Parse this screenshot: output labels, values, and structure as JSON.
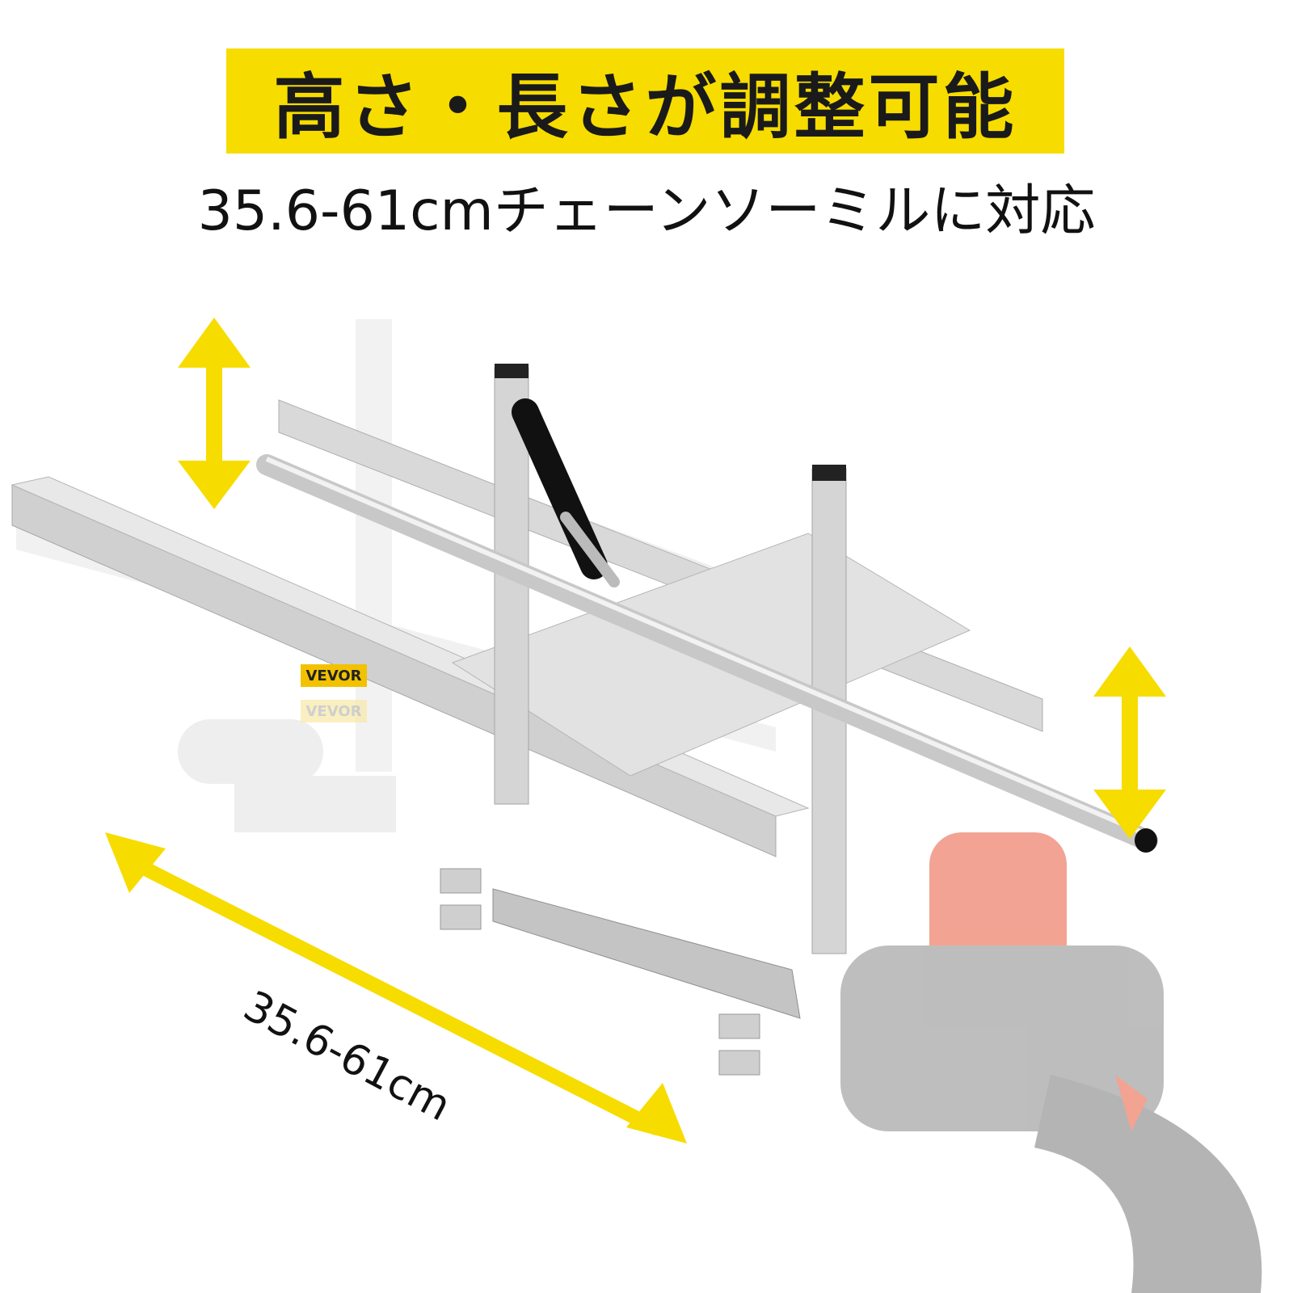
{
  "banner": {
    "title": "高さ・長さが調整可能"
  },
  "subtitle": "35.6-61cmチェーンソーミルに対応",
  "length_label": "35.6-61cm",
  "brand": "VEVOR",
  "colors": {
    "accent": "#f7dc00",
    "text": "#111111",
    "metal": "#c9c9c9",
    "saw": "#e8583a"
  },
  "icons": [
    "vertical-double-arrow-left",
    "vertical-double-arrow-right",
    "diagonal-double-arrow"
  ]
}
